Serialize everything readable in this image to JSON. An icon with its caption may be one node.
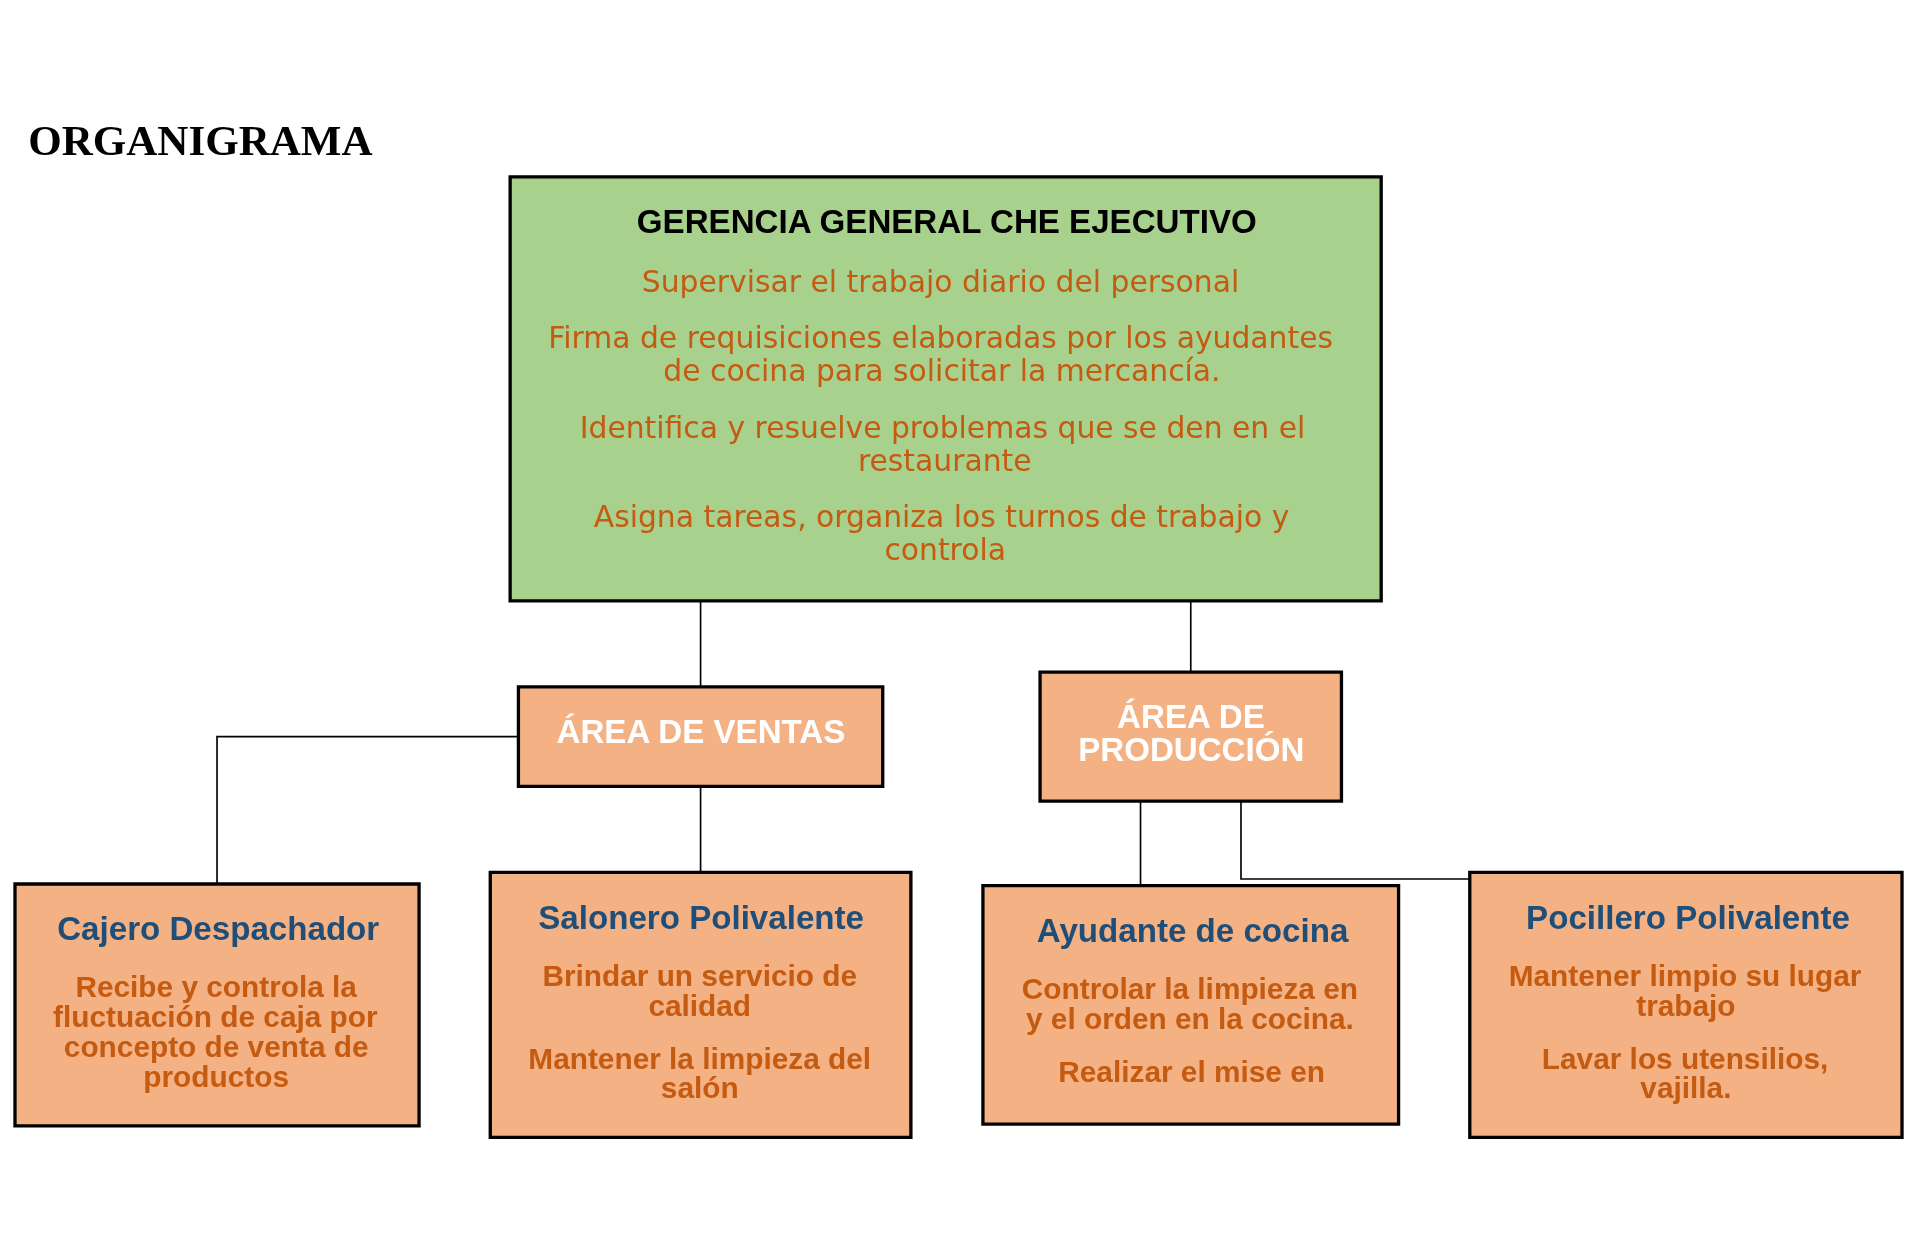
{
  "diagram": {
    "title": "ORGANIGRAMA",
    "nodes": [
      {
        "text": [
          "GERENCIA GENERAL CHE EJECUTIVO",
          "Supervisar el trabajo diario del personal",
          "Firma de requisiciones elaboradas por los ayudantes de cocina para solicitar la mercancía.",
          "Identifica y resuelve problemas que se den en el restaurante",
          "Asigna tareas, organiza los turnos de trabajo y controla"
        ]
      },
      {
        "text": [
          "ÁREA DE VENTAS"
        ]
      },
      {
        "text": [
          "ÁREA DE PRODUCCIÓN"
        ]
      },
      {
        "text": [
          "Cajero Despachador",
          "Recibe y controla la fluctuación de caja por concepto de venta de productos"
        ]
      },
      {
        "text": [
          "Salonero Polivalente",
          "Brindar un servicio de calidad",
          "Mantener la limpieza del salón"
        ]
      },
      {
        "text": [
          "Ayudante de cocina",
          "Controlar la limpieza en y el orden en la cocina.",
          "Realizar el mise en"
        ]
      },
      {
        "text": [
          "Pocillero Polivalente",
          "Mantener limpio su lugar trabajo",
          "Lavar los utensilios, vajilla."
        ]
      }
    ],
    "edges": [
      {
        "from": 0,
        "to": 1,
        "arrow": "none"
      },
      {
        "from": 0,
        "to": 2,
        "arrow": "none"
      },
      {
        "from": 1,
        "to": 3,
        "arrow": "none"
      },
      {
        "from": 1,
        "to": 4,
        "arrow": "none"
      },
      {
        "from": 2,
        "to": 5,
        "arrow": "none"
      },
      {
        "from": 2,
        "to": 6,
        "arrow": "none"
      }
    ]
  }
}
